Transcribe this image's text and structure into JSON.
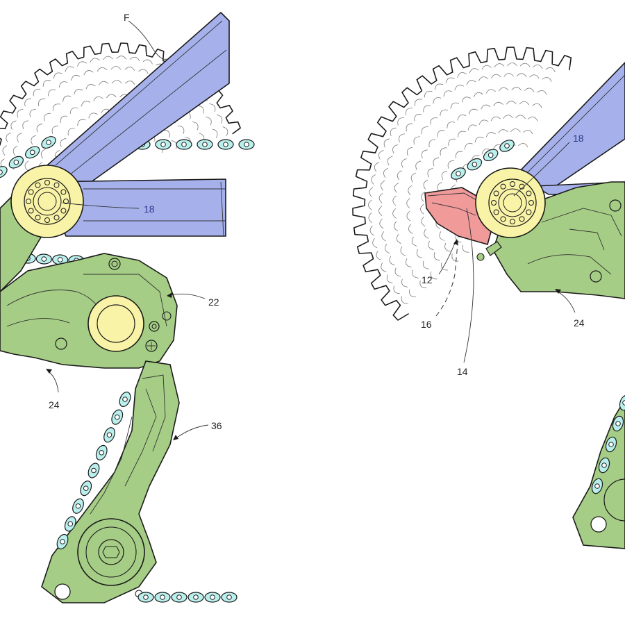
{
  "figure": {
    "left": {
      "labels": {
        "frame": "F",
        "axle": "18",
        "hanger": "22",
        "derailleur": "24",
        "cage": "36"
      }
    },
    "right": {
      "labels": {
        "axle": "18",
        "guard": "12",
        "break_line": "16",
        "edge": "14",
        "derailleur": "24"
      }
    }
  },
  "colors": {
    "frame": "#a6b1ec",
    "derailleur": "#a5cd85",
    "axle": "#f8f3a6",
    "chain": "#b9f0ee",
    "guard": "#f19a9a",
    "ink": "#1a1a1a"
  }
}
